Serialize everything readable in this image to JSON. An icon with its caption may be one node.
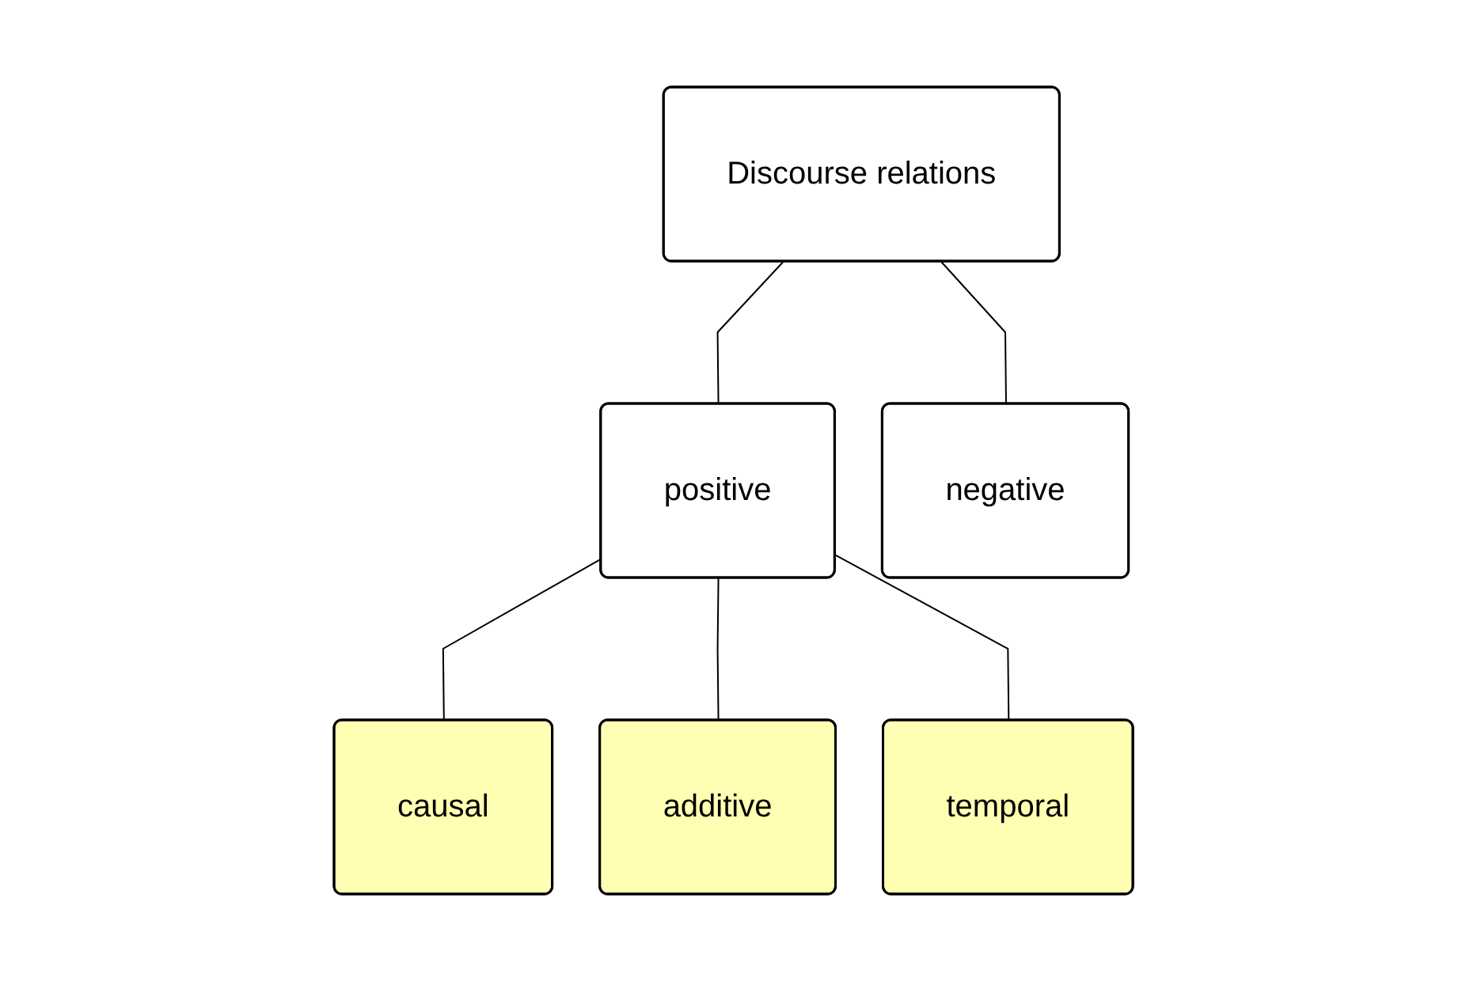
{
  "diagram": {
    "nodes": [
      {
        "text": [
          "Discourse relations"
        ]
      },
      {
        "text": [
          "positive"
        ]
      },
      {
        "text": [
          "negative"
        ]
      },
      {
        "text": [
          "causal"
        ]
      },
      {
        "text": [
          "additive"
        ]
      },
      {
        "text": [
          "temporal"
        ]
      }
    ],
    "edges": [
      {
        "from": 0,
        "to": 1,
        "arrow": "none"
      },
      {
        "from": 0,
        "to": 2,
        "arrow": "none"
      },
      {
        "from": 1,
        "to": 3,
        "arrow": "none"
      },
      {
        "from": 1,
        "to": 4,
        "arrow": "none"
      },
      {
        "from": 1,
        "to": 5,
        "arrow": "none"
      }
    ]
  }
}
